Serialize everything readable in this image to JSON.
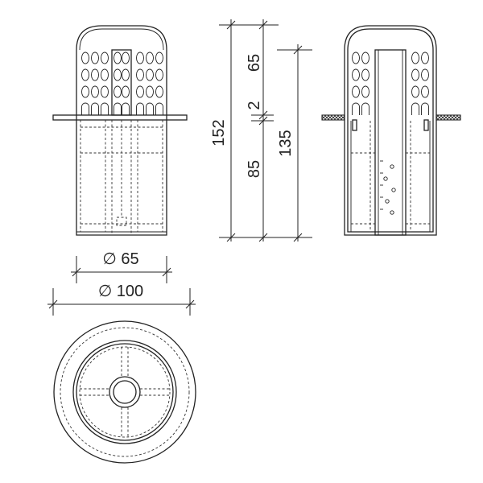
{
  "dimensions": {
    "upper_height": "65",
    "flange_thickness": "2",
    "overall_height": "152",
    "lower_height": "85",
    "body_height": "135",
    "inner_diameter": "∅ 65",
    "outer_diameter": "∅ 100"
  }
}
